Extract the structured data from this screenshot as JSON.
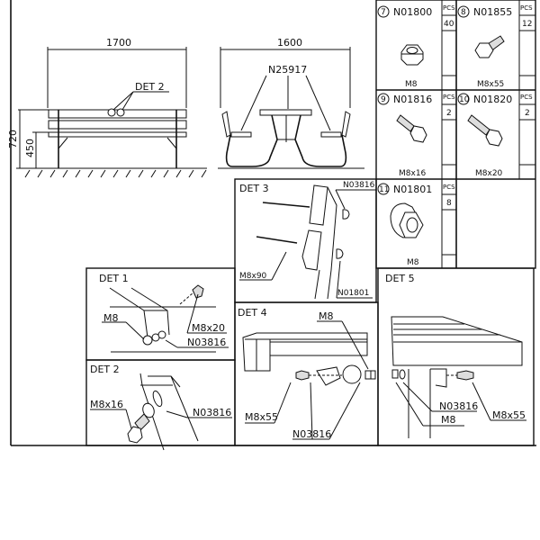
{
  "overview": {
    "width_bench": "1700",
    "width_table": "1600",
    "height_total": "720",
    "height_seat": "450",
    "det2_callout": "DET 2",
    "part_callout": "N25917"
  },
  "parts": [
    {
      "index": "7",
      "code": "N01800",
      "pcs_label": "PCS",
      "qty": "40",
      "size": "M8",
      "icon": "hex-nut-icon"
    },
    {
      "index": "8",
      "code": "N01855",
      "pcs_label": "PCS",
      "qty": "12",
      "size": "M8x55",
      "icon": "hex-bolt-icon"
    },
    {
      "index": "9",
      "code": "N01816",
      "pcs_label": "PCS",
      "qty": "2",
      "size": "M8x16",
      "icon": "hex-bolt-icon"
    },
    {
      "index": "10",
      "code": "N01820",
      "pcs_label": "PCS",
      "qty": "2",
      "size": "M8x20",
      "icon": "hex-bolt-icon"
    },
    {
      "index": "11",
      "code": "N01801",
      "pcs_label": "PCS",
      "qty": "8",
      "size": "M8",
      "icon": "cap-nut-icon"
    }
  ],
  "details": {
    "det1": {
      "title": "DET 1",
      "labels": [
        "M8",
        "M8x20",
        "N03816"
      ]
    },
    "det2": {
      "title": "DET 2",
      "labels": [
        "M8x16",
        "N03816"
      ]
    },
    "det3": {
      "title": "DET 3",
      "labels": [
        "N03816",
        "M8x90",
        "N01801"
      ]
    },
    "det4": {
      "title": "DET 4",
      "labels": [
        "M8",
        "M8x55",
        "N03816"
      ]
    },
    "det5": {
      "title": "DET 5",
      "labels": [
        "N03816",
        "M8",
        "M8x55"
      ]
    }
  }
}
